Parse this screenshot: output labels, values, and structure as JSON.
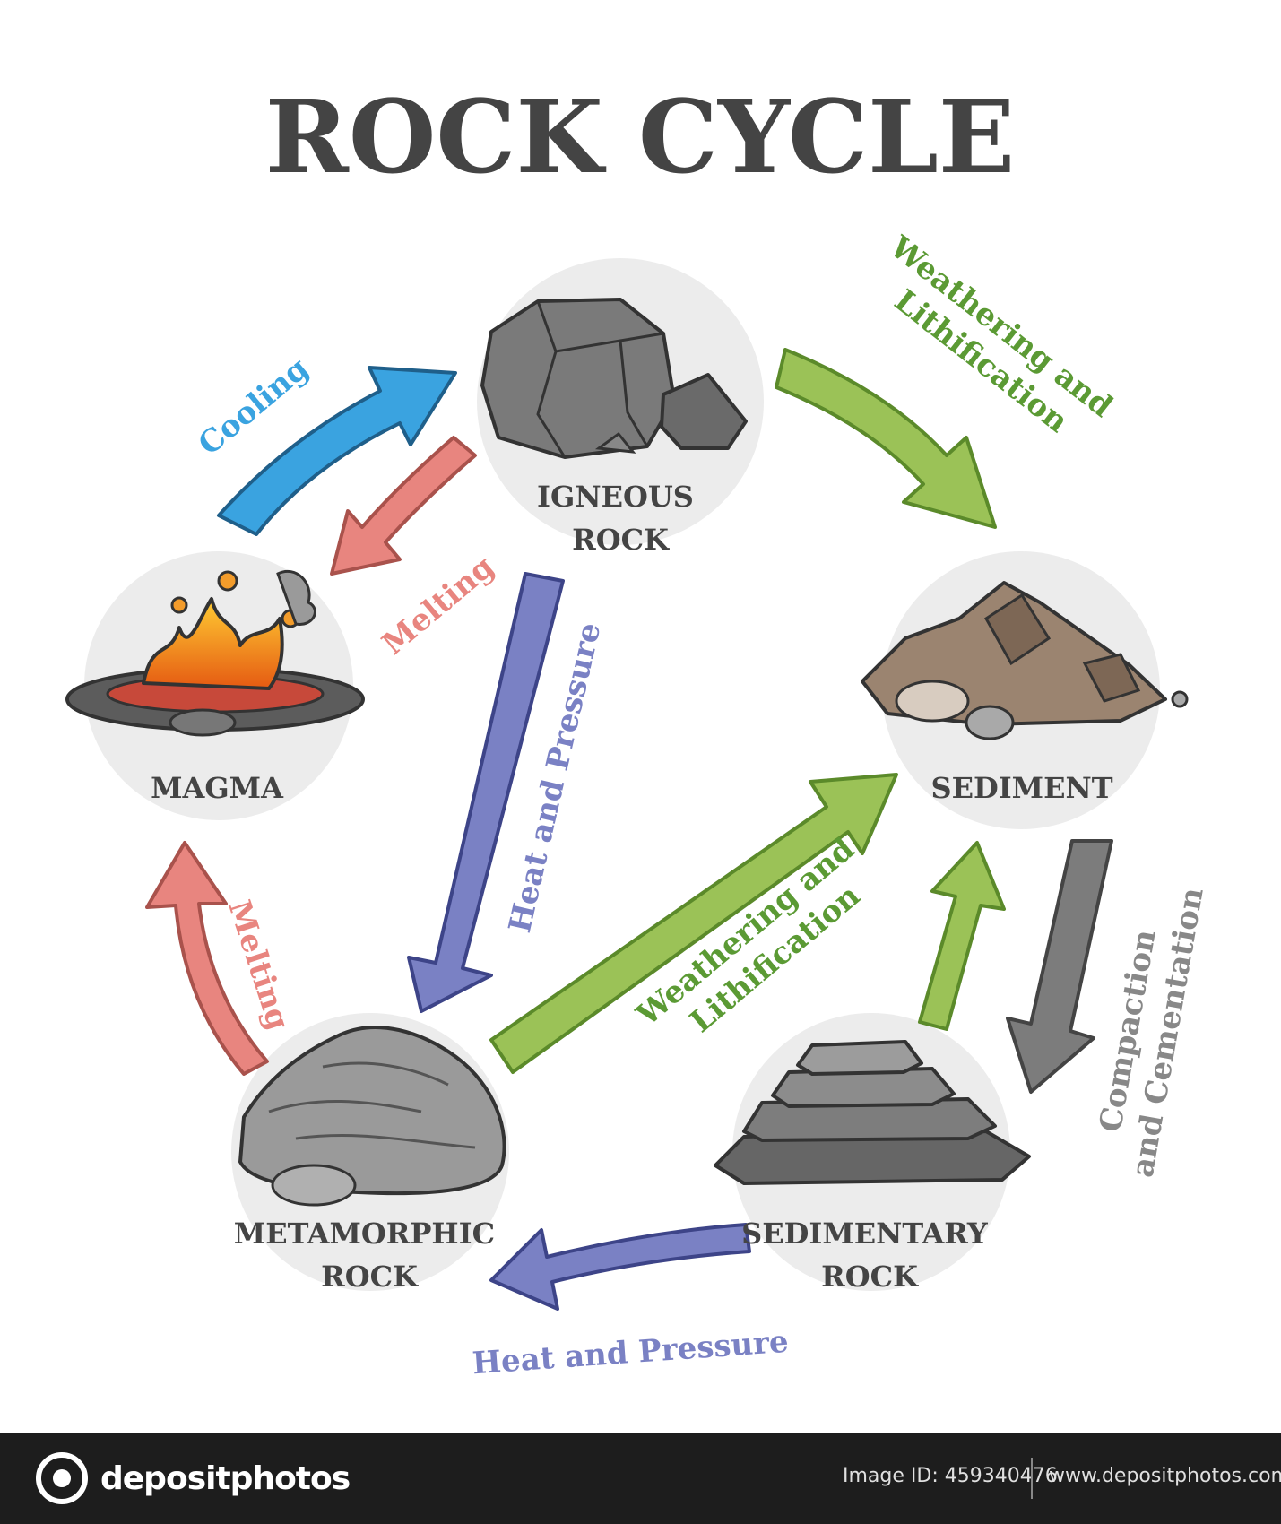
{
  "title": "ROCK CYCLE",
  "nodes": {
    "igneous": [
      "IGNEOUS",
      "ROCK"
    ],
    "magma": "MAGMA",
    "sediment": "SEDIMENT",
    "metamorphic": [
      "METAMORPHIC",
      "ROCK"
    ],
    "sedimentary": [
      "SEDIMENTARY",
      "ROCK"
    ]
  },
  "labels": {
    "cooling": "Cooling",
    "melting_top": "Melting",
    "weathering_top": [
      "Weathering and",
      "Lithification"
    ],
    "heat_pressure_center": "Heat and Pressure",
    "melting_left": "Melting",
    "weathering_center": [
      "Weathering and",
      "Lithification"
    ],
    "compaction": [
      "Compaction",
      "and Cementation"
    ],
    "heat_pressure_bottom": "Heat and Pressure"
  },
  "colors": {
    "cooling": "#3aa3e0",
    "melting": "#e8857f",
    "weathering": "#9bc257",
    "weathering_text": "#5b9a34",
    "heat_pressure": "#7a81c4",
    "compaction": "#7c7c7c",
    "node_circle": "#ececec",
    "text_dark": "#444444"
  },
  "footer": {
    "logo_text": "depositphotos",
    "image_id": "Image ID: 459340476",
    "site": "www.depositphotos.com"
  }
}
